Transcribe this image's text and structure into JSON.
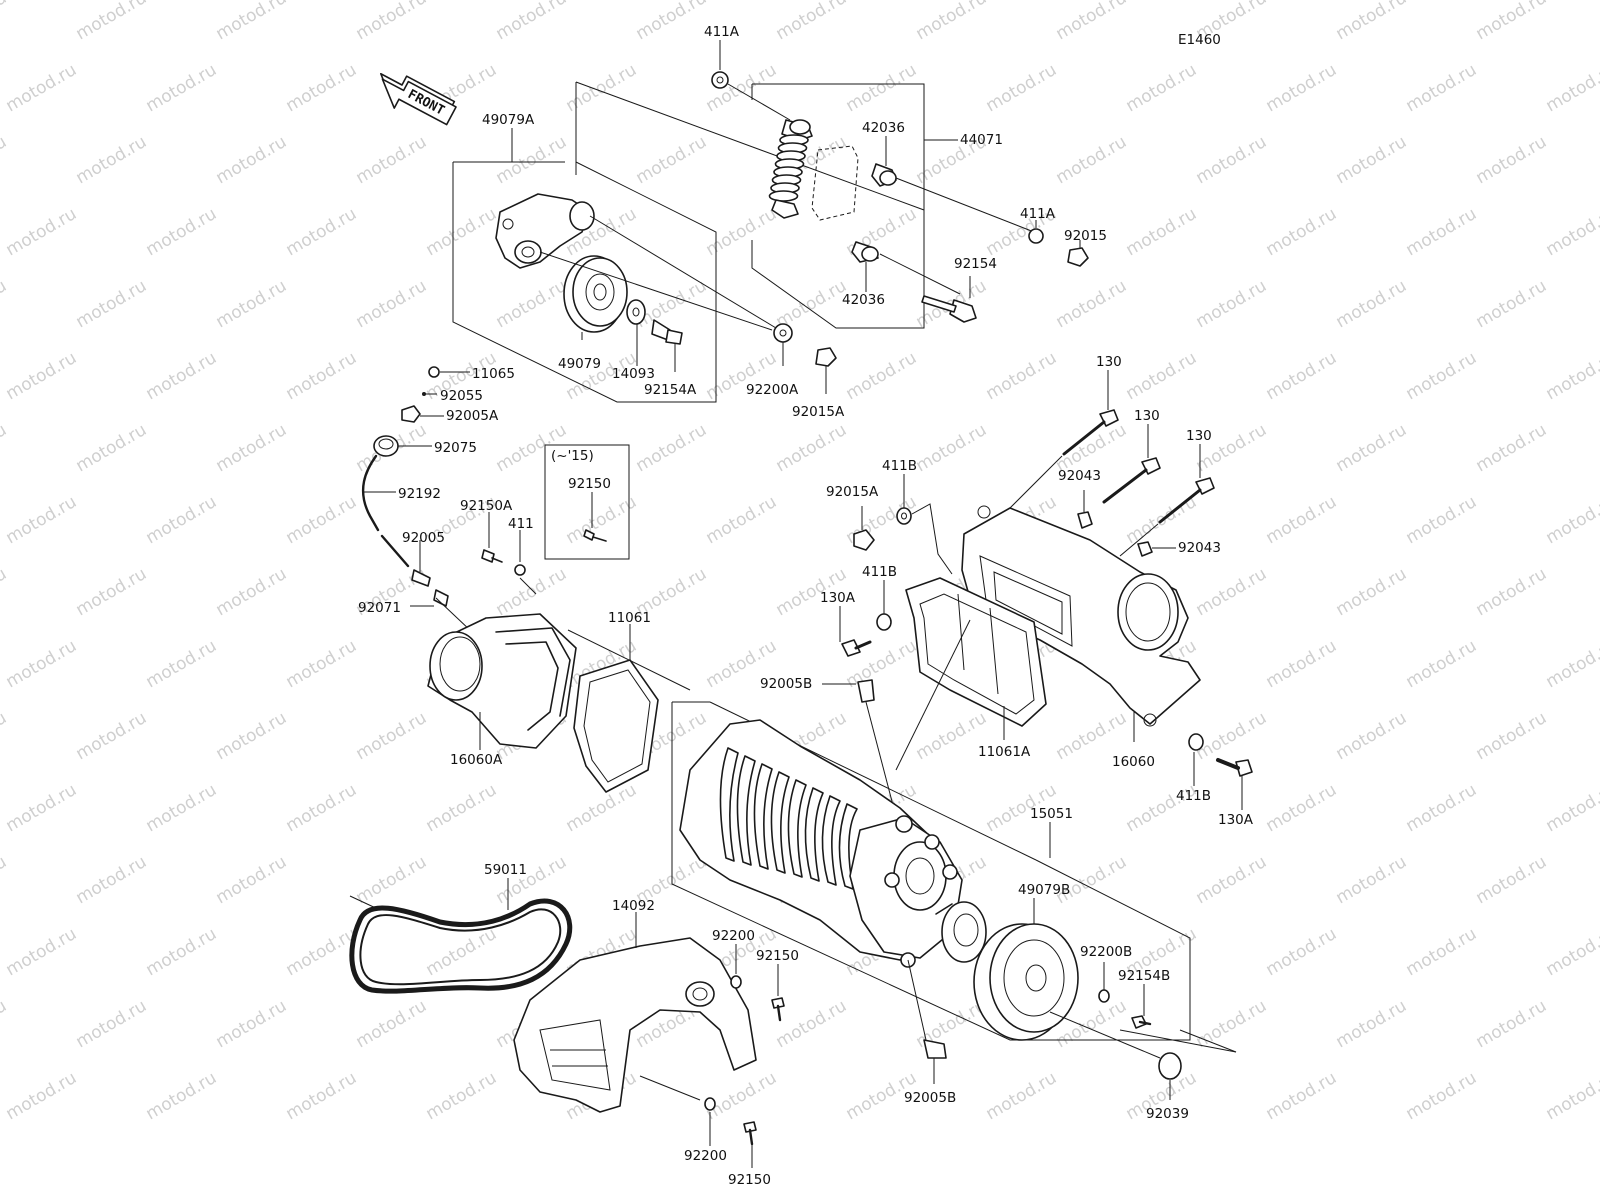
{
  "diagram": {
    "code": "E1460",
    "front_label": "FRONT",
    "watermark": "motod.ru",
    "variant_box_label": "(~'15)",
    "labels": [
      {
        "id": "p411A_top",
        "text": "411A"
      },
      {
        "id": "p49079A",
        "text": "49079A"
      },
      {
        "id": "p42036_top",
        "text": "42036"
      },
      {
        "id": "p44071",
        "text": "44071"
      },
      {
        "id": "p411A_mid",
        "text": "411A"
      },
      {
        "id": "p92015",
        "text": "92015"
      },
      {
        "id": "p92154",
        "text": "92154"
      },
      {
        "id": "p42036_bot",
        "text": "42036"
      },
      {
        "id": "p49079",
        "text": "49079"
      },
      {
        "id": "p14093",
        "text": "14093"
      },
      {
        "id": "p92154A",
        "text": "92154A"
      },
      {
        "id": "p92200A",
        "text": "92200A"
      },
      {
        "id": "p92015A_top",
        "text": "92015A"
      },
      {
        "id": "p11065",
        "text": "11065"
      },
      {
        "id": "p92055",
        "text": "92055"
      },
      {
        "id": "p92005A",
        "text": "92005A"
      },
      {
        "id": "p92075",
        "text": "92075"
      },
      {
        "id": "p92192",
        "text": "92192"
      },
      {
        "id": "p92150A",
        "text": "92150A"
      },
      {
        "id": "p411",
        "text": "411"
      },
      {
        "id": "p92150_box",
        "text": "92150"
      },
      {
        "id": "p92005",
        "text": "92005"
      },
      {
        "id": "p92071",
        "text": "92071"
      },
      {
        "id": "p11061",
        "text": "11061"
      },
      {
        "id": "p16060A",
        "text": "16060A"
      },
      {
        "id": "p130_a",
        "text": "130"
      },
      {
        "id": "p130_b",
        "text": "130"
      },
      {
        "id": "p130_c",
        "text": "130"
      },
      {
        "id": "p411B_top",
        "text": "411B"
      },
      {
        "id": "p92015A_mid",
        "text": "92015A"
      },
      {
        "id": "p92043_top",
        "text": "92043"
      },
      {
        "id": "p92043_right",
        "text": "92043"
      },
      {
        "id": "p411B_mid",
        "text": "411B"
      },
      {
        "id": "p130A_left",
        "text": "130A"
      },
      {
        "id": "p92005B_top",
        "text": "92005B"
      },
      {
        "id": "p11061A",
        "text": "11061A"
      },
      {
        "id": "p16060",
        "text": "16060"
      },
      {
        "id": "p411B_right",
        "text": "411B"
      },
      {
        "id": "p130A_right",
        "text": "130A"
      },
      {
        "id": "p15051",
        "text": "15051"
      },
      {
        "id": "p59011",
        "text": "59011"
      },
      {
        "id": "p14092",
        "text": "14092"
      },
      {
        "id": "p92200_mid",
        "text": "92200"
      },
      {
        "id": "p92150_mid",
        "text": "92150"
      },
      {
        "id": "p49079B",
        "text": "49079B"
      },
      {
        "id": "p92200B",
        "text": "92200B"
      },
      {
        "id": "p92154B",
        "text": "92154B"
      },
      {
        "id": "p92005B_bot",
        "text": "92005B"
      },
      {
        "id": "p92039",
        "text": "92039"
      },
      {
        "id": "p92200_bot",
        "text": "92200"
      },
      {
        "id": "p92150_bot",
        "text": "92150"
      }
    ]
  }
}
